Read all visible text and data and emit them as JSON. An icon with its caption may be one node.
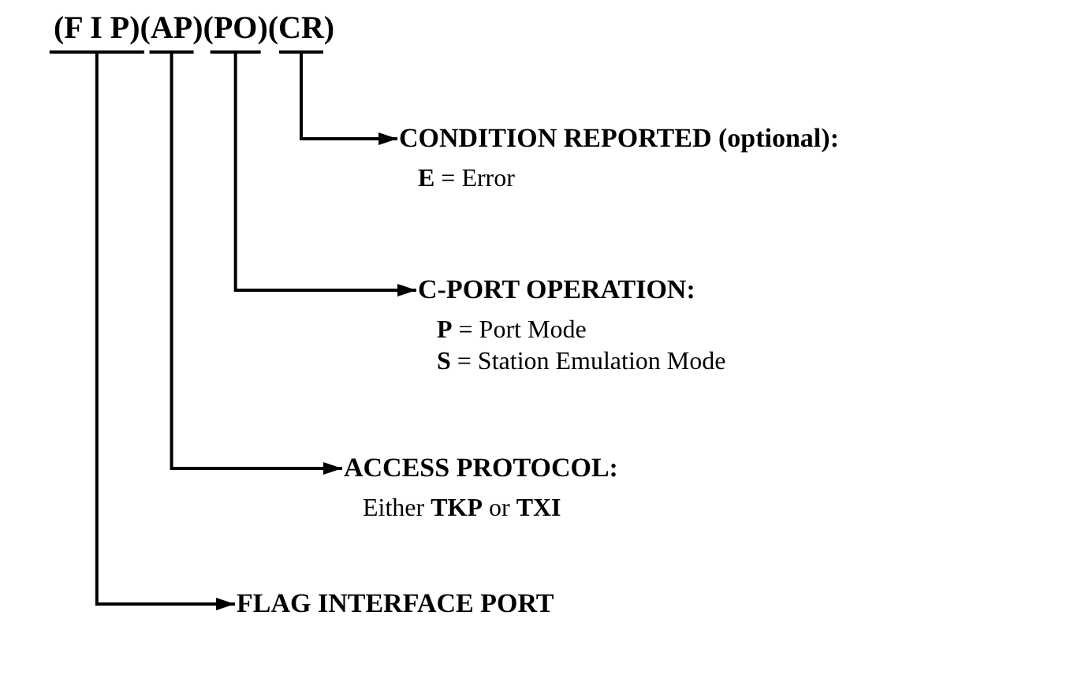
{
  "diagram": {
    "nodes": [
      {
        "text": [
          "(F I P)"
        ]
      },
      {
        "text": [
          "(AP)"
        ]
      },
      {
        "text": [
          "(PO)"
        ]
      },
      {
        "text": [
          "(CR)"
        ]
      },
      {
        "text": [
          "CONDITION REPORTED (optional):",
          "**E** = Error"
        ]
      },
      {
        "text": [
          "C-PORT OPERATION:",
          "**P** = Port Mode",
          "**S** = Station Emulation Mode"
        ]
      },
      {
        "text": [
          "ACCESS PROTOCOL:",
          "Either **TKP** or **TXI**"
        ]
      },
      {
        "text": [
          "FLAG INTERFACE PORT"
        ]
      }
    ],
    "edges": [
      {
        "from": 3,
        "to": 4,
        "arrow": "to"
      },
      {
        "from": 2,
        "to": 5,
        "arrow": "to"
      },
      {
        "from": 1,
        "to": 6,
        "arrow": "to"
      },
      {
        "from": 0,
        "to": 7,
        "arrow": "to"
      }
    ]
  }
}
